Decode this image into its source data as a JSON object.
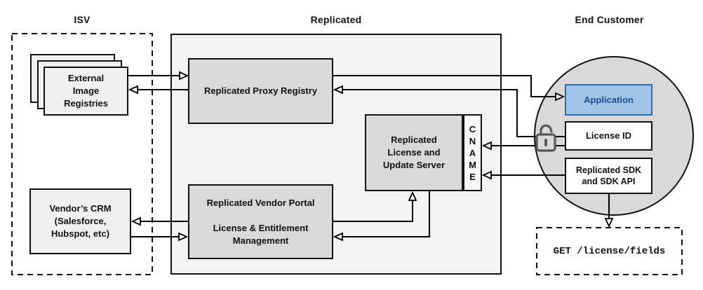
{
  "sections": {
    "isv": {
      "title": "ISV"
    },
    "replicated": {
      "title": "Replicated"
    },
    "end_customer": {
      "title": "End Customer"
    }
  },
  "nodes": {
    "external_registries": {
      "lines": [
        "External",
        "Image",
        "Registries"
      ]
    },
    "proxy_registry": {
      "label": "Replicated Proxy Registry"
    },
    "vendor_crm": {
      "lines": [
        "Vendor’s CRM",
        "(Salesforce,",
        "Hubspot, etc)"
      ]
    },
    "vendor_portal": {
      "title": "Replicated Vendor Portal",
      "subtitle": "License & Entitlement Management"
    },
    "license_server": {
      "lines": [
        "Replicated",
        "License and",
        "Update Server"
      ]
    },
    "cname": {
      "letters": [
        "C",
        "N",
        "A",
        "M",
        "E"
      ]
    },
    "application": {
      "label": "Application"
    },
    "license_id": {
      "label": "License ID"
    },
    "sdk": {
      "lines": [
        "Replicated SDK",
        "and SDK API"
      ]
    },
    "get_request": {
      "label": "GET /license/fields"
    }
  },
  "icons": {
    "lock": "unlocked-padlock"
  },
  "colors": {
    "application_fill": "#9fc5e8",
    "application_border": "#2e6da4",
    "application_text": "#1a5391",
    "node_fill_dark": "#d9d9d9",
    "node_fill_light": "#f0f0f0",
    "panel_fill": "#f3f3f3",
    "circle_fill": "#d9d9d9",
    "line_color": "#000000",
    "lock_color": "#595959"
  }
}
